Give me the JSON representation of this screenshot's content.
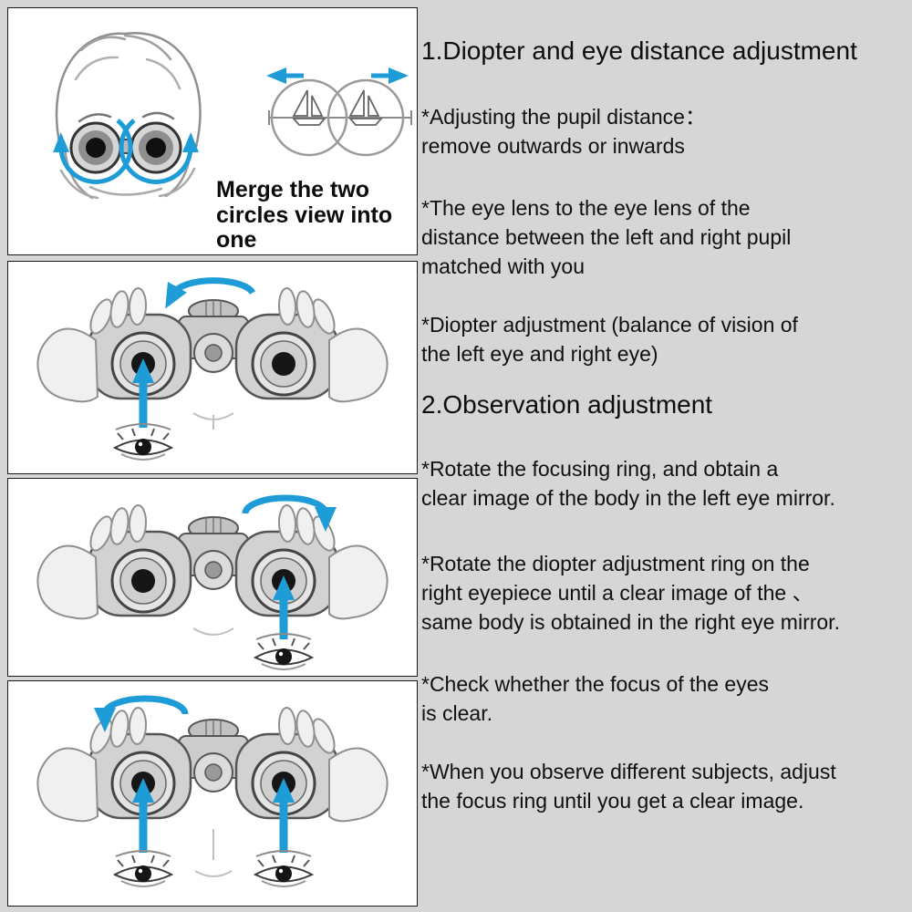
{
  "illustration": {
    "merge_caption": "Merge the two\ncircles view into\none"
  },
  "instructions": {
    "section1": {
      "title": "1.Diopter and eye distance adjustment",
      "items": [
        "*Adjusting the pupil distance：\nremove outwards or inwards",
        "*The eye lens to the eye lens of the\ndistance between the left and right pupil\nmatched with you",
        "*Diopter adjustment (balance of vision of\nthe left eye and right eye)"
      ]
    },
    "section2": {
      "title": "2.Observation adjustment",
      "items": [
        "*Rotate the focusing ring, and obtain a\nclear image of the body in the left eye mirror.",
        "*Rotate the diopter adjustment ring on the\nright eyepiece until a clear image of the 、\nsame body is obtained in the right eye mirror.",
        "*Check whether the focus of the eyes\nis clear.",
        "*When you observe different subjects, adjust\nthe focus ring until you get a clear image."
      ]
    }
  },
  "colors": {
    "background": "#d6d6d6",
    "panel_background": "#ffffff",
    "panel_border": "#1a1a1a",
    "arrow_blue": "#1e9cd8",
    "text": "#101010"
  }
}
